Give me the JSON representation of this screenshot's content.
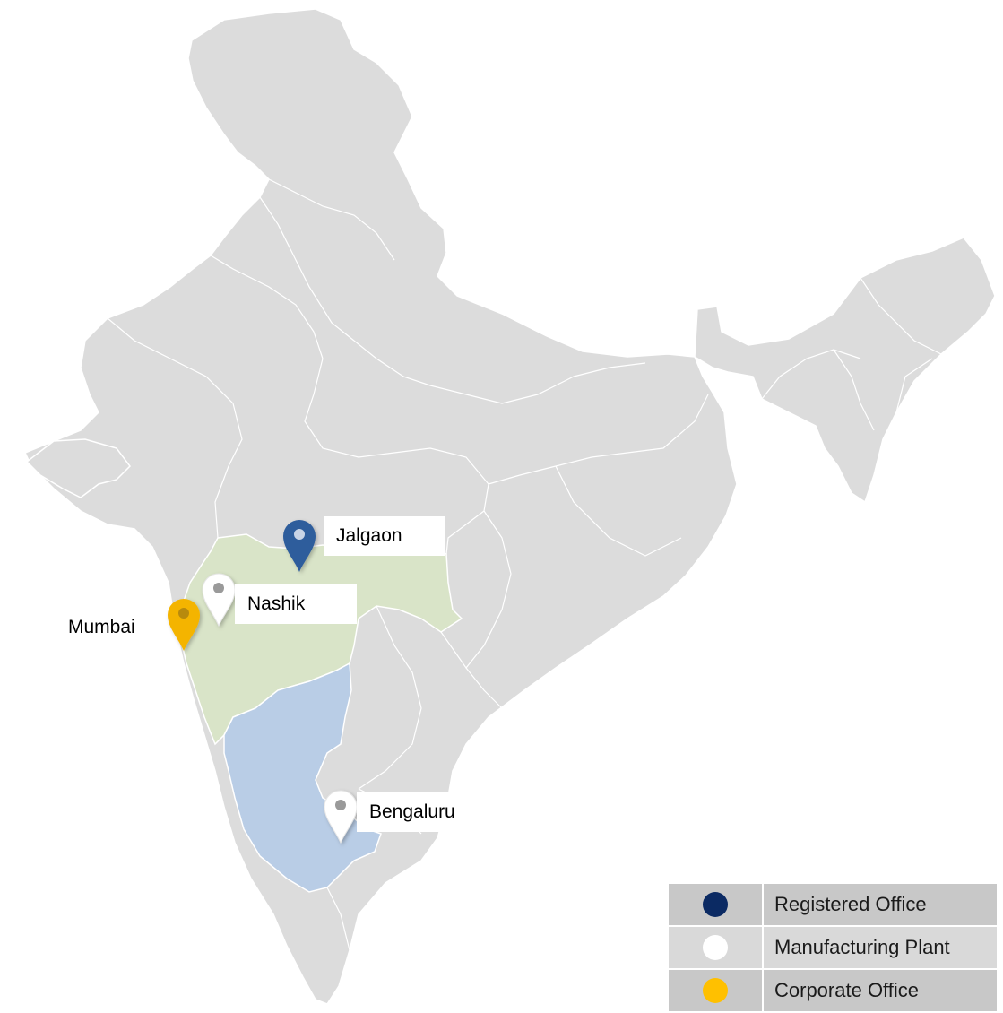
{
  "map": {
    "land_color": "#dcdcdc",
    "border_color": "#ffffff",
    "highlight_regions": [
      {
        "name": "maharashtra",
        "color": "#d9e4c8"
      },
      {
        "name": "karnataka",
        "color": "#b9cde6"
      }
    ]
  },
  "locations": [
    {
      "label": "Jalgaon",
      "pin_color": "#2f5d9c",
      "type": "Registered Office"
    },
    {
      "label": "Nashik",
      "pin_color": "#ffffff",
      "type": "Manufacturing Plant"
    },
    {
      "label": "Mumbai",
      "pin_color": "#f4b400",
      "type": "Corporate Office"
    },
    {
      "label": "Bengaluru",
      "pin_color": "#ffffff",
      "type": "Manufacturing Plant"
    }
  ],
  "legend": [
    {
      "label": "Registered Office",
      "color": "#0b2a63"
    },
    {
      "label": "Manufacturing Plant",
      "color": "#ffffff"
    },
    {
      "label": "Corporate Office",
      "color": "#ffc000"
    }
  ]
}
